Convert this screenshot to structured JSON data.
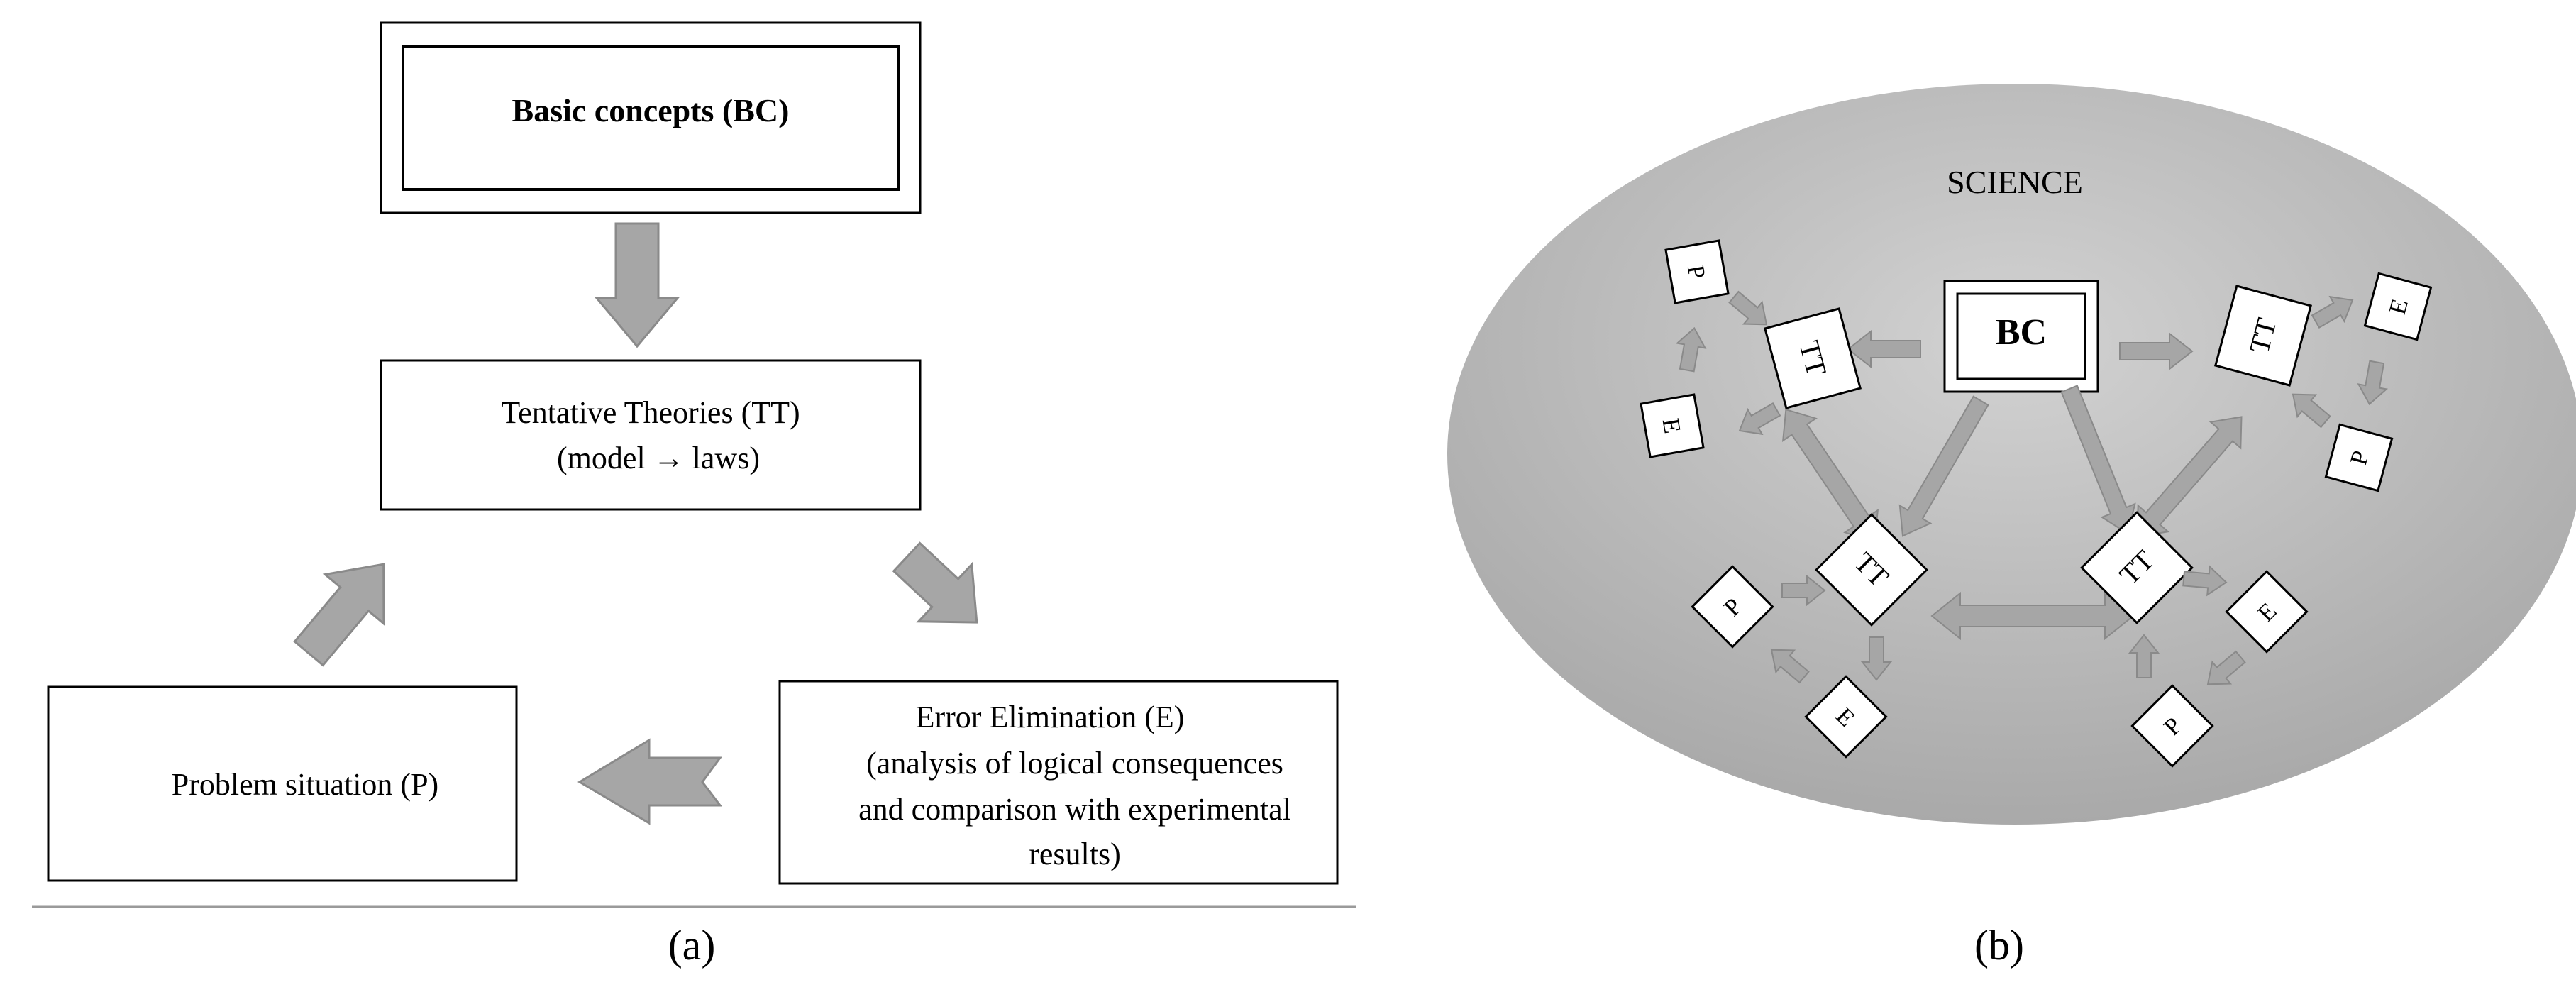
{
  "panel_a": {
    "basic_concepts": "Basic concepts (BC)",
    "tentative_theories_line1": "Tentative Theories (TT)",
    "tentative_theories_line2": "(model → laws)",
    "error_elimination_line1": "Error Elimination (E)",
    "error_elimination_line2": "(analysis of logical consequences",
    "error_elimination_line3": "and comparison with experimental",
    "error_elimination_line4": "results)",
    "problem_situation": "Problem situation (P)",
    "caption": "(a)"
  },
  "panel_b": {
    "title": "SCIENCE",
    "bc": "BC",
    "tt": "TT",
    "e": "E",
    "p": "P",
    "caption": "(b)"
  },
  "colors": {
    "arrow_fill": "#a6a6a6",
    "arrow_stroke": "#8a8a8a",
    "ellipse_outer": "#a8a8a8",
    "ellipse_inner": "#c9c9c9",
    "box_stroke": "#000000"
  }
}
